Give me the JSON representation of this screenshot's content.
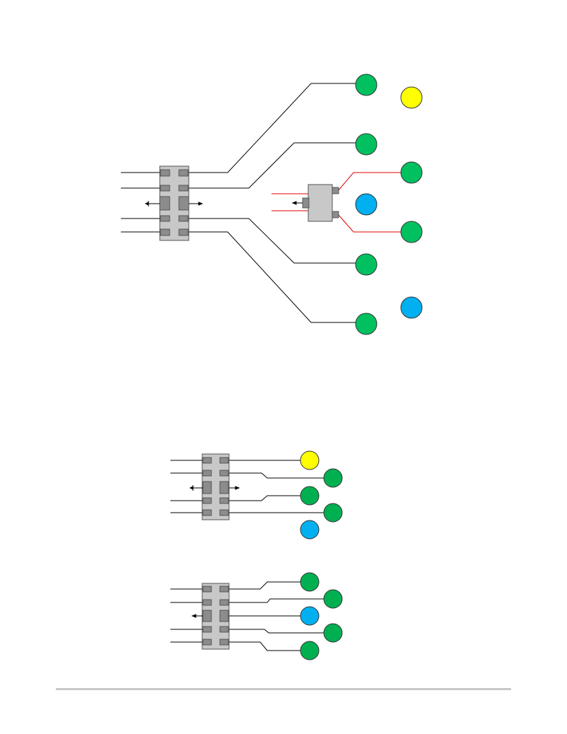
{
  "colors": {
    "background": "#ffffff",
    "chip_fill": "#c8c8c8",
    "pad_fill": "#8c8c8c",
    "trace_black": "#000000",
    "trace_red": "#e00000",
    "led_green": "#00c060",
    "led_green_small": "#00b050",
    "led_yellow": "#ffff00",
    "led_blue": "#00b0f0",
    "footer_rule": "#c8c8c8"
  },
  "icons": {
    "chip": "chip-icon",
    "led": "circle-icon",
    "arrow": "arrow-icon"
  },
  "diagrams": [
    {
      "name": "top-diagram",
      "led_colors": [
        "green",
        "yellow",
        "green",
        "green",
        "blue",
        "green",
        "green",
        "blue",
        "green"
      ]
    },
    {
      "name": "middle-diagram",
      "led_colors": [
        "yellow",
        "green",
        "green",
        "green",
        "blue"
      ]
    },
    {
      "name": "bottom-diagram",
      "led_colors": [
        "green",
        "green",
        "blue",
        "green",
        "green"
      ]
    }
  ]
}
